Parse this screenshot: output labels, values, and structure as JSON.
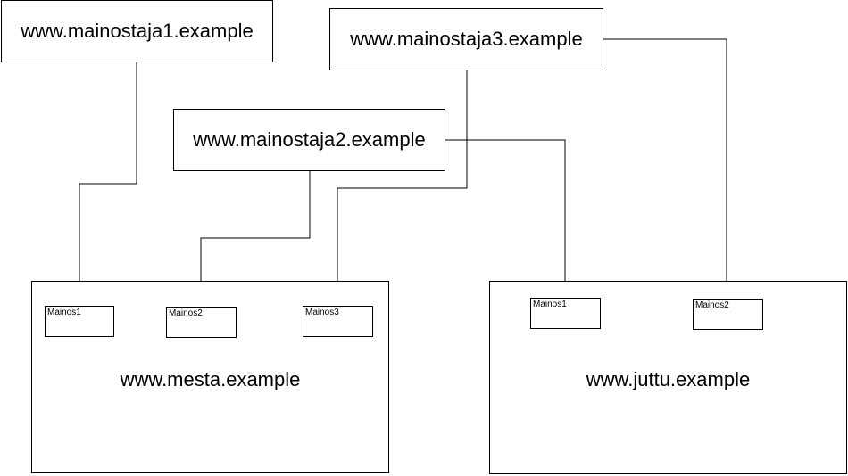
{
  "advertisers": [
    {
      "id": "a1",
      "label": "www.mainostaja1.example"
    },
    {
      "id": "a2",
      "label": "www.mainostaja2.example"
    },
    {
      "id": "a3",
      "label": "www.mainostaja3.example"
    }
  ],
  "sites": [
    {
      "id": "mesta",
      "label": "www.mesta.example",
      "slots": [
        {
          "label": "Mainos1"
        },
        {
          "label": "Mainos2"
        },
        {
          "label": "Mainos3"
        }
      ]
    },
    {
      "id": "juttu",
      "label": "www.juttu.example",
      "slots": [
        {
          "label": "Mainos1"
        },
        {
          "label": "Mainos2"
        }
      ]
    }
  ],
  "links": [
    {
      "from": "www.mainostaja1.example",
      "to": "www.mesta.example / Mainos1"
    },
    {
      "from": "www.mainostaja2.example",
      "to": "www.mesta.example / Mainos2"
    },
    {
      "from": "www.mainostaja3.example",
      "to": "www.mesta.example / Mainos3"
    },
    {
      "from": "www.mainostaja2.example",
      "to": "www.juttu.example / Mainos1"
    },
    {
      "from": "www.mainostaja3.example",
      "to": "www.juttu.example / Mainos2"
    }
  ]
}
